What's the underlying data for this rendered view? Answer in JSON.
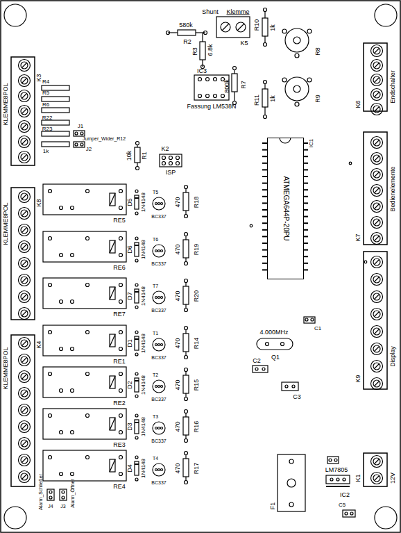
{
  "diagram": {
    "nodes": [
      {
        "text": [
          "ATMEGA644P-20PU"
        ]
      }
    ],
    "labels": [
      "Shunt",
      "Klemme",
      "580k",
      "R2",
      "K5",
      "R10",
      "1k",
      "R8",
      "6.8k",
      "R3",
      "IC3",
      "800k",
      "R7",
      "Fassung LM538N",
      "R11",
      "1k",
      "R9",
      "K3",
      "KLEMME8POL",
      "R4",
      "R5",
      "R6",
      "R22",
      "J1",
      "R23",
      "Jumper_Wider_R12",
      "J2",
      "1k",
      "10k",
      "R1",
      "K2",
      "ISP",
      "K6",
      "Endschalter",
      "IC1",
      "K7",
      "Bedienelemente",
      "K8",
      "KLEMME8POL",
      "RE5",
      "D5",
      "1N4148",
      "T5",
      "BC337",
      "470",
      "R18",
      "RE6",
      "D6",
      "1N4148",
      "T6",
      "BC337",
      "470",
      "R19",
      "RE7",
      "D7",
      "1N4148",
      "T7",
      "BC337",
      "470",
      "R20",
      "K4",
      "KLEMME8POL",
      "RE1",
      "D1",
      "1N4148",
      "T1",
      "BC337",
      "470",
      "R14",
      "RE2",
      "D2",
      "1N4148",
      "T2",
      "BC337",
      "470",
      "R15",
      "RE3",
      "D3",
      "1N4148",
      "T3",
      "BC337",
      "470",
      "R16",
      "RE4",
      "D4",
      "1N4148",
      "T4",
      "BC337",
      "470",
      "R17",
      "4.000MHz",
      "Q1",
      "C1",
      "C2",
      "C3",
      "K9",
      "Display",
      "F1",
      "LM7805",
      "IC2",
      "K1",
      "12V",
      "C5",
      "Alarm_Schließer",
      "J4",
      "J3",
      "Alarm_Öffner"
    ]
  }
}
